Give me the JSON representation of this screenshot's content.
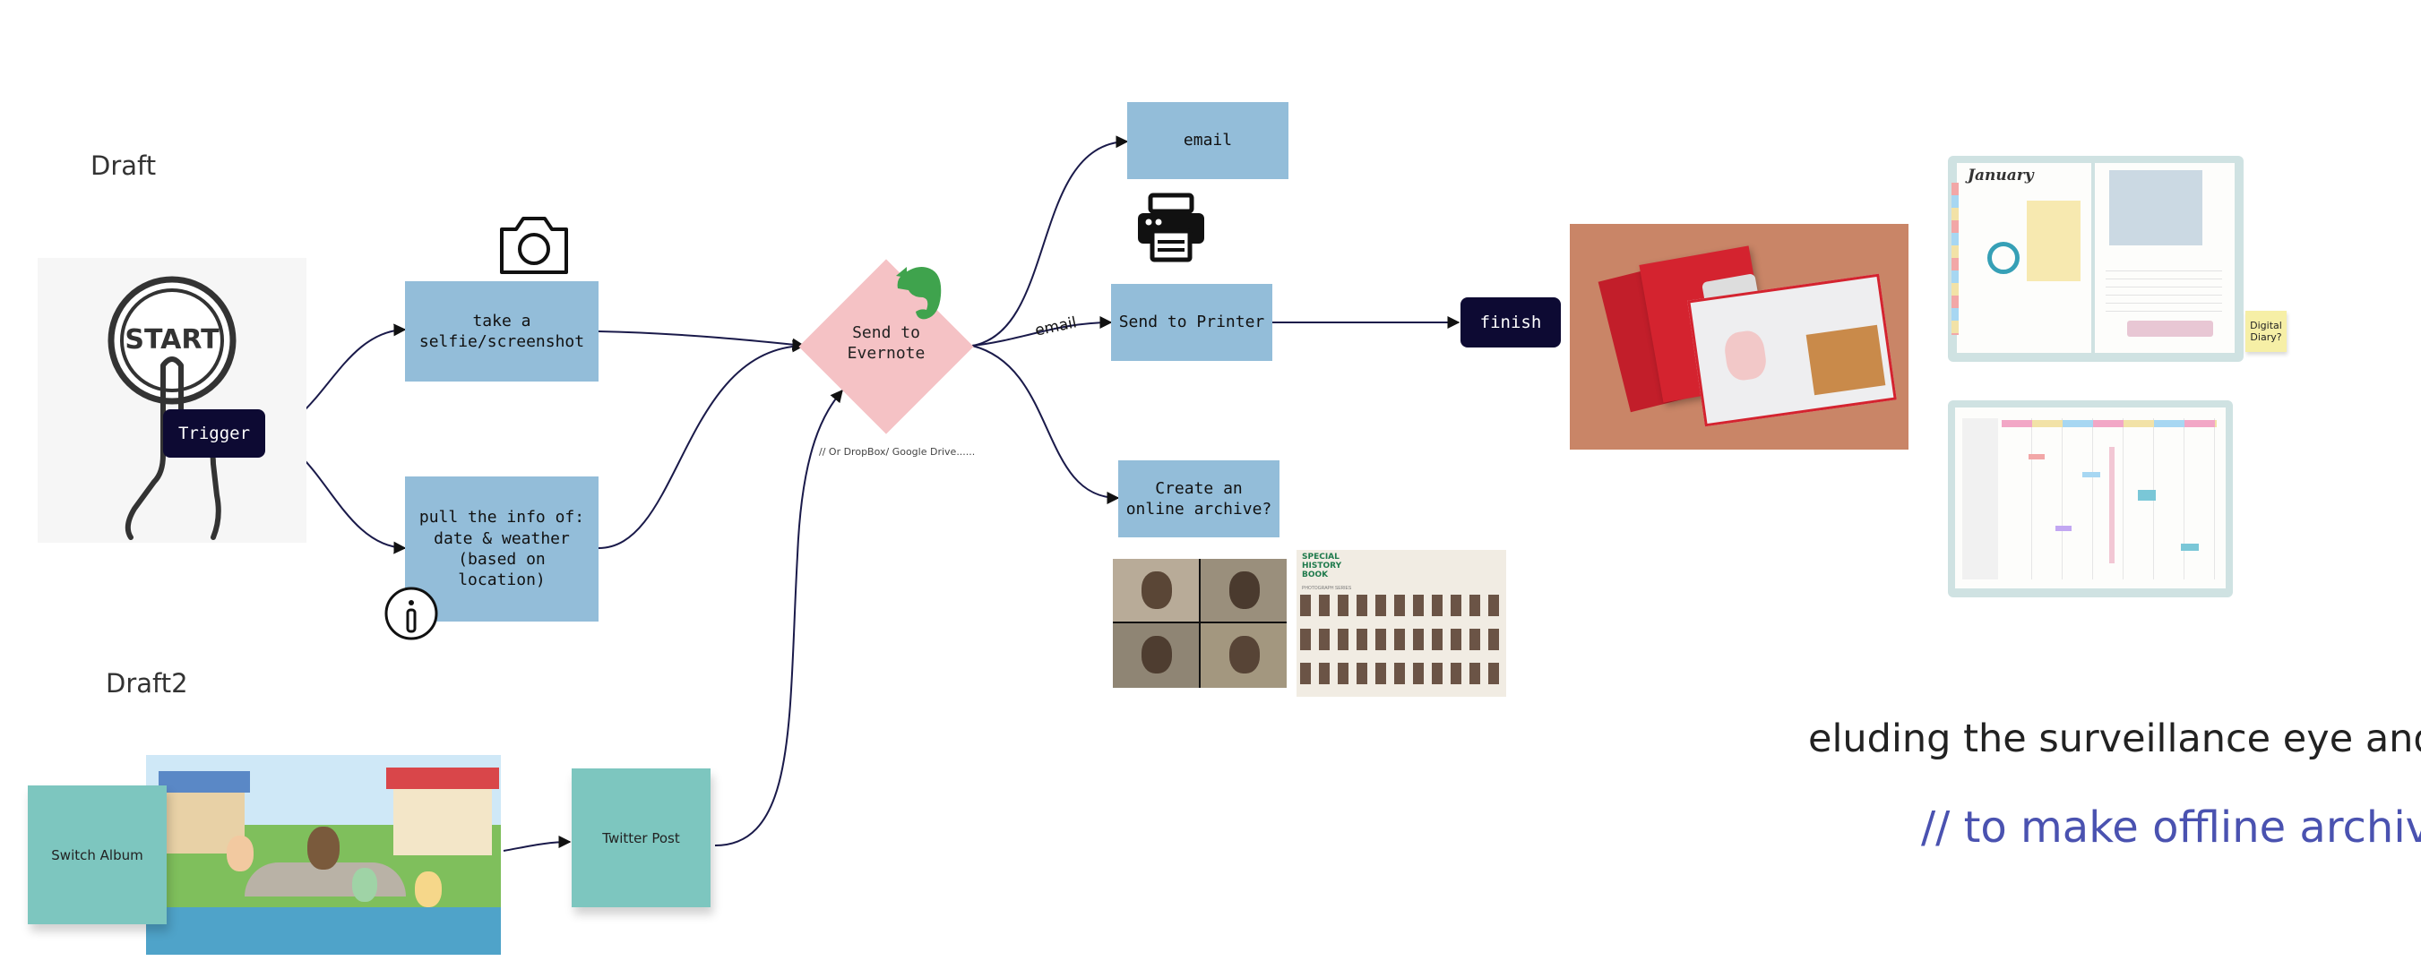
{
  "draft_label": "Draft",
  "draft2_label": "Draft2",
  "start_label": "START",
  "trigger_label": "Trigger",
  "nodes": {
    "selfie": "take a\nselfie/screenshot",
    "info": "pull the info of:\ndate & weather\n(based on\nlocation)",
    "evernote": "Send to\nEvernote",
    "email": "email",
    "printer": "Send to Printer",
    "finish": "finish",
    "archive": "Create an\nonline archive?",
    "switch_album": "Switch Album",
    "twitter_post": "Twitter Post",
    "digital_diary": "Digital\nDiary?"
  },
  "edge_label_email": "email",
  "dropbox_note": "// Or DropBox/ Google Drive......",
  "history_book_title": "SPECIAL\nHISTORY\nBOOK",
  "history_book_subtitle": "PHOTOGRAPH SERIES",
  "diary_month": "January",
  "bottom_text": "eluding the surveillance eye and w",
  "bottom_comment": "// to make offline archive",
  "colors": {
    "box_blue": "#93bdd9",
    "navy": "#0d0a33",
    "diamond_pink": "#f5c2c5",
    "sticky_teal": "#7dc6bf",
    "comment_blue": "#4a52b0",
    "evernote_green": "#3fa34d"
  },
  "icons": [
    "camera-icon",
    "info-icon",
    "printer-icon",
    "evernote-icon",
    "hand-pointer-icon"
  ]
}
